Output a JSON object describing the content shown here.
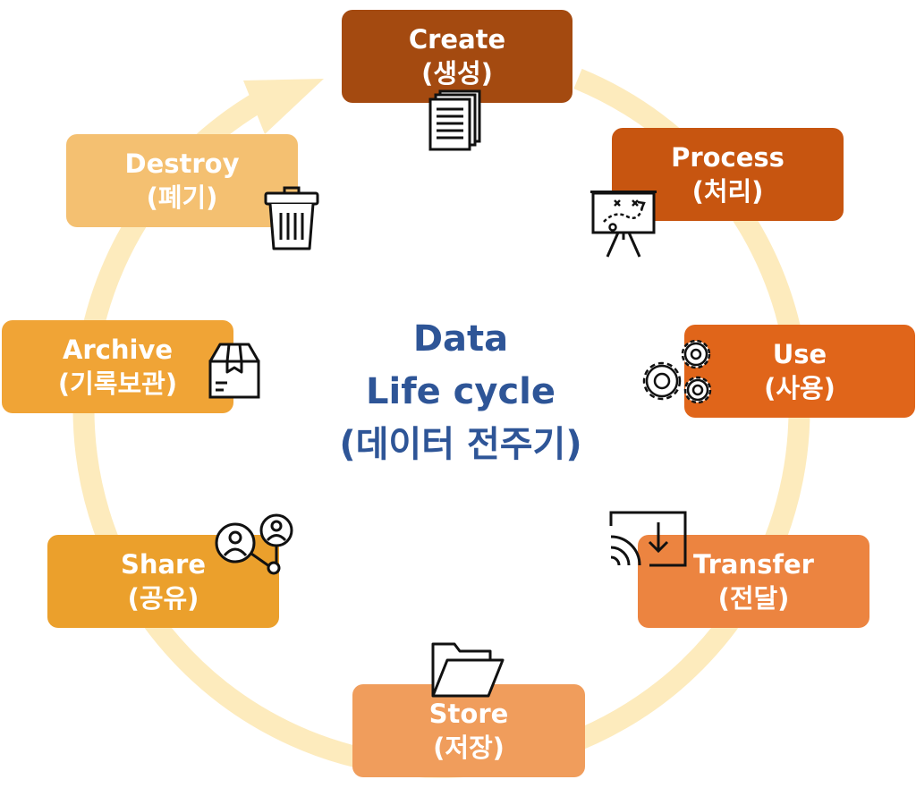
{
  "center": {
    "line1": "Data",
    "line2": "Life cycle",
    "line3": "(데이터 전주기)",
    "color": "#2e5597"
  },
  "ring_color": "#fdebbd",
  "stages": {
    "create": {
      "en": "Create",
      "ko": "(생성)",
      "color": "#a44a10",
      "icon": "document-stack-icon"
    },
    "process": {
      "en": "Process",
      "ko": "(처리)",
      "color": "#c75510",
      "icon": "strategy-board-icon"
    },
    "use": {
      "en": "Use",
      "ko": "(사용)",
      "color": "#e0651a",
      "icon": "gears-icon"
    },
    "transfer": {
      "en": "Transfer",
      "ko": "(전달)",
      "color": "#ec8440",
      "icon": "cast-download-icon"
    },
    "store": {
      "en": "Store",
      "ko": "(저장)",
      "color": "#f09d5c",
      "icon": "open-folder-icon"
    },
    "share": {
      "en": "Share",
      "ko": "(공유)",
      "color": "#eba02c",
      "icon": "connected-users-icon"
    },
    "archive": {
      "en": "Archive",
      "ko": "(기록보관)",
      "color": "#f0a436",
      "icon": "archive-box-icon"
    },
    "destroy": {
      "en": "Destroy",
      "ko": "(폐기)",
      "color": "#f4c071",
      "icon": "trash-bin-icon"
    }
  }
}
